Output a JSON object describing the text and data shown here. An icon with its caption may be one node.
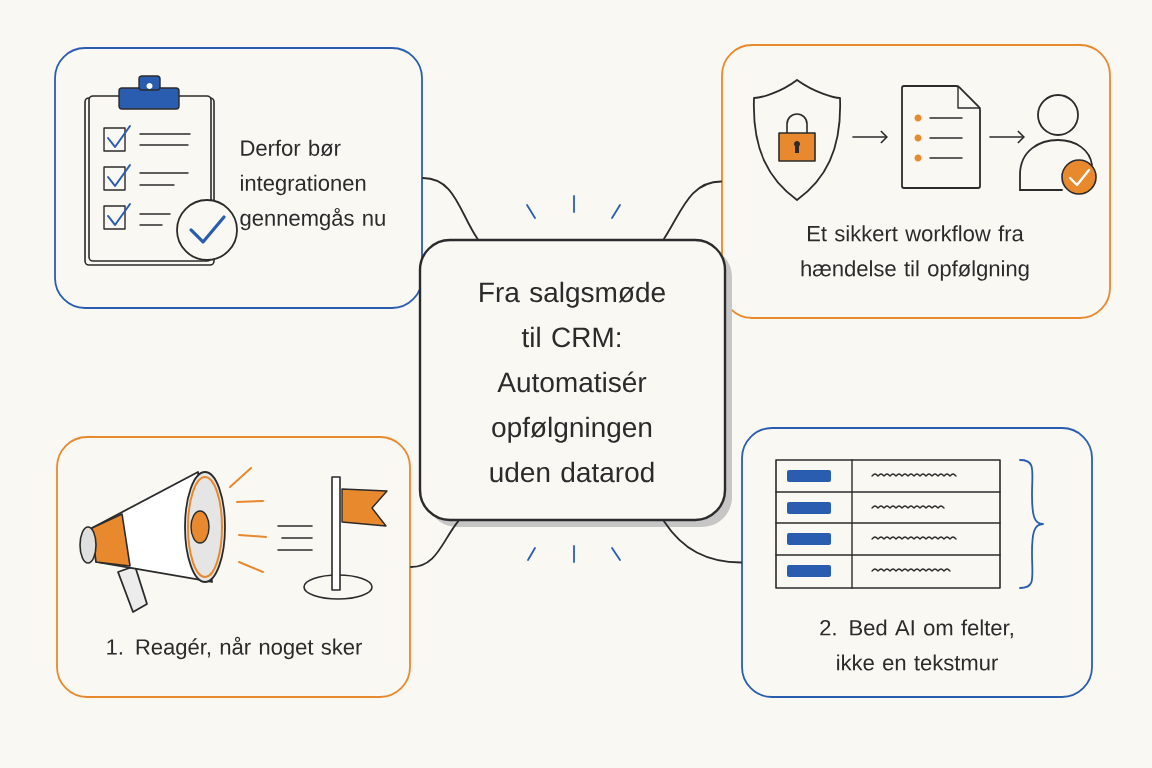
{
  "diagram": {
    "nodes": [
      {
        "text": [
          "Derfor bør integrationen gennemgås nu"
        ]
      },
      {
        "text": [
          "Et sikkert workflow fra hændelse til opfølgning"
        ]
      },
      {
        "text": [
          "Fra salgsmøde til CRM: Automatisér opfølgningen uden datarod"
        ]
      },
      {
        "text": [
          "1. Reagér, når noget sker"
        ]
      },
      {
        "text": [
          "2. Bed AI om felter, ikke en tekstmur"
        ]
      }
    ],
    "edges": [
      {
        "from": 2,
        "to": 0,
        "arrow": "none"
      },
      {
        "from": 2,
        "to": 1,
        "arrow": "none"
      },
      {
        "from": 2,
        "to": 3,
        "arrow": "none"
      },
      {
        "from": 2,
        "to": 4,
        "arrow": "none"
      }
    ]
  }
}
